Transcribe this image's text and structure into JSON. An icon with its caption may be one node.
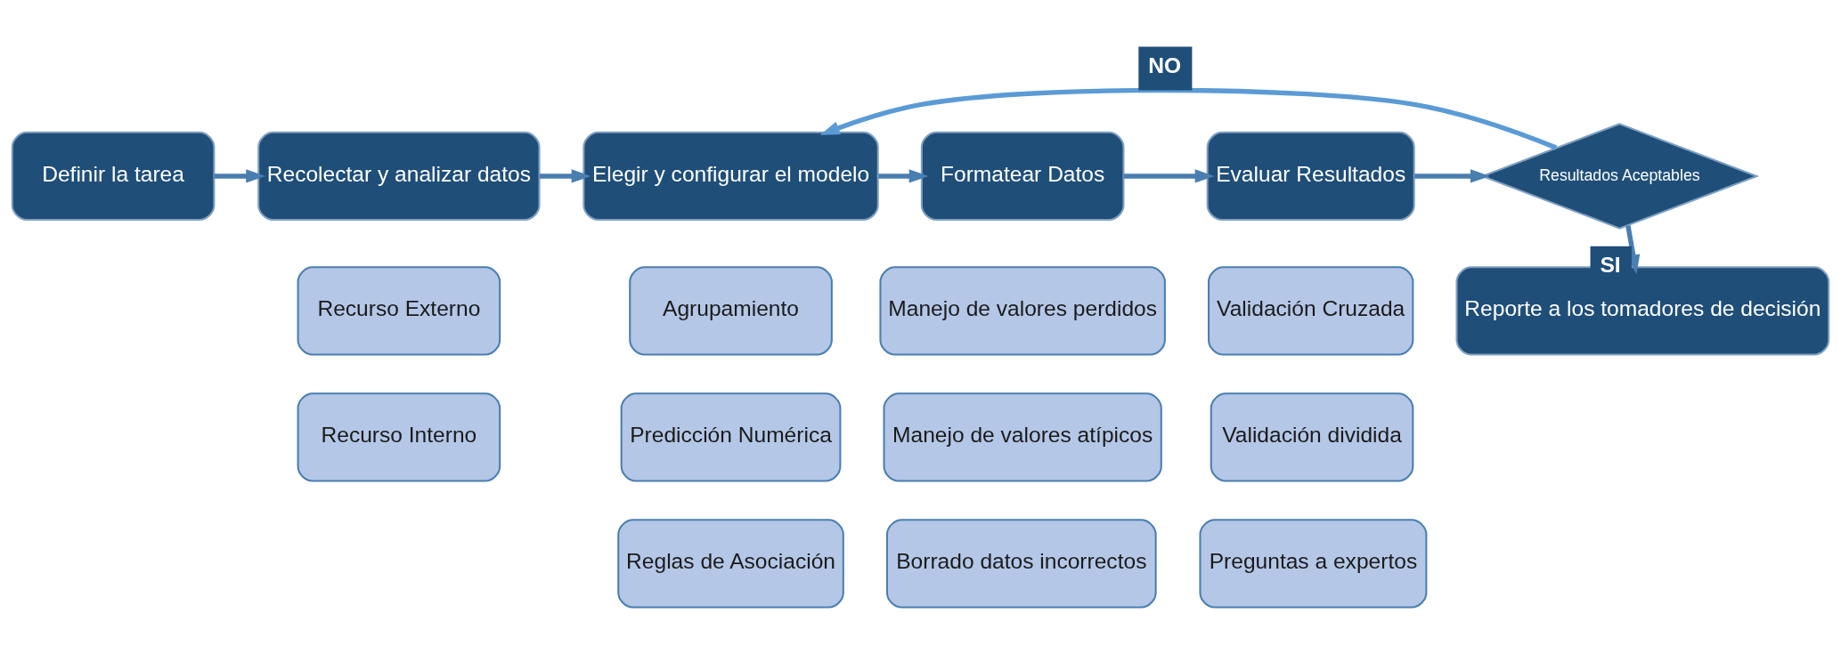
{
  "diagram": {
    "nodes": [
      {
        "text": [
          "Definir la tarea"
        ]
      },
      {
        "text": [
          "Recolectar y analizar datos"
        ]
      },
      {
        "text": [
          "Elegir y configurar el modelo"
        ]
      },
      {
        "text": [
          "Formatear Datos"
        ]
      },
      {
        "text": [
          "Evaluar Resultados"
        ]
      },
      {
        "text": [
          "Resultados Aceptables"
        ]
      },
      {
        "text": [
          "Reporte a los tomadores de decisión"
        ]
      },
      {
        "text": [
          "Recurso Externo"
        ]
      },
      {
        "text": [
          "Agrupamiento"
        ]
      },
      {
        "text": [
          "Manejo de valores perdidos"
        ]
      },
      {
        "text": [
          "Validación Cruzada"
        ]
      },
      {
        "text": [
          "Recurso Interno"
        ]
      },
      {
        "text": [
          "Predicción Numérica"
        ]
      },
      {
        "text": [
          "Manejo de valores atípicos"
        ]
      },
      {
        "text": [
          "Validación dividida"
        ]
      },
      {
        "text": [
          "Reglas de Asociación"
        ]
      },
      {
        "text": [
          "Borrado datos incorrectos"
        ]
      },
      {
        "text": [
          "Preguntas a expertos"
        ]
      }
    ],
    "edges": [
      {
        "from": 0,
        "to": 1,
        "arrow": "to"
      },
      {
        "from": 1,
        "to": 2,
        "arrow": "to"
      },
      {
        "from": 2,
        "to": 3,
        "arrow": "to"
      },
      {
        "from": 3,
        "to": 4,
        "arrow": "to"
      },
      {
        "from": 4,
        "to": 5,
        "arrow": "to"
      },
      {
        "from": 5,
        "to": 2,
        "arrow": "to",
        "label": "NO",
        "color": "#5b9bd5"
      },
      {
        "from": 5,
        "to": 6,
        "arrow": "to",
        "label": "SI"
      }
    ]
  }
}
